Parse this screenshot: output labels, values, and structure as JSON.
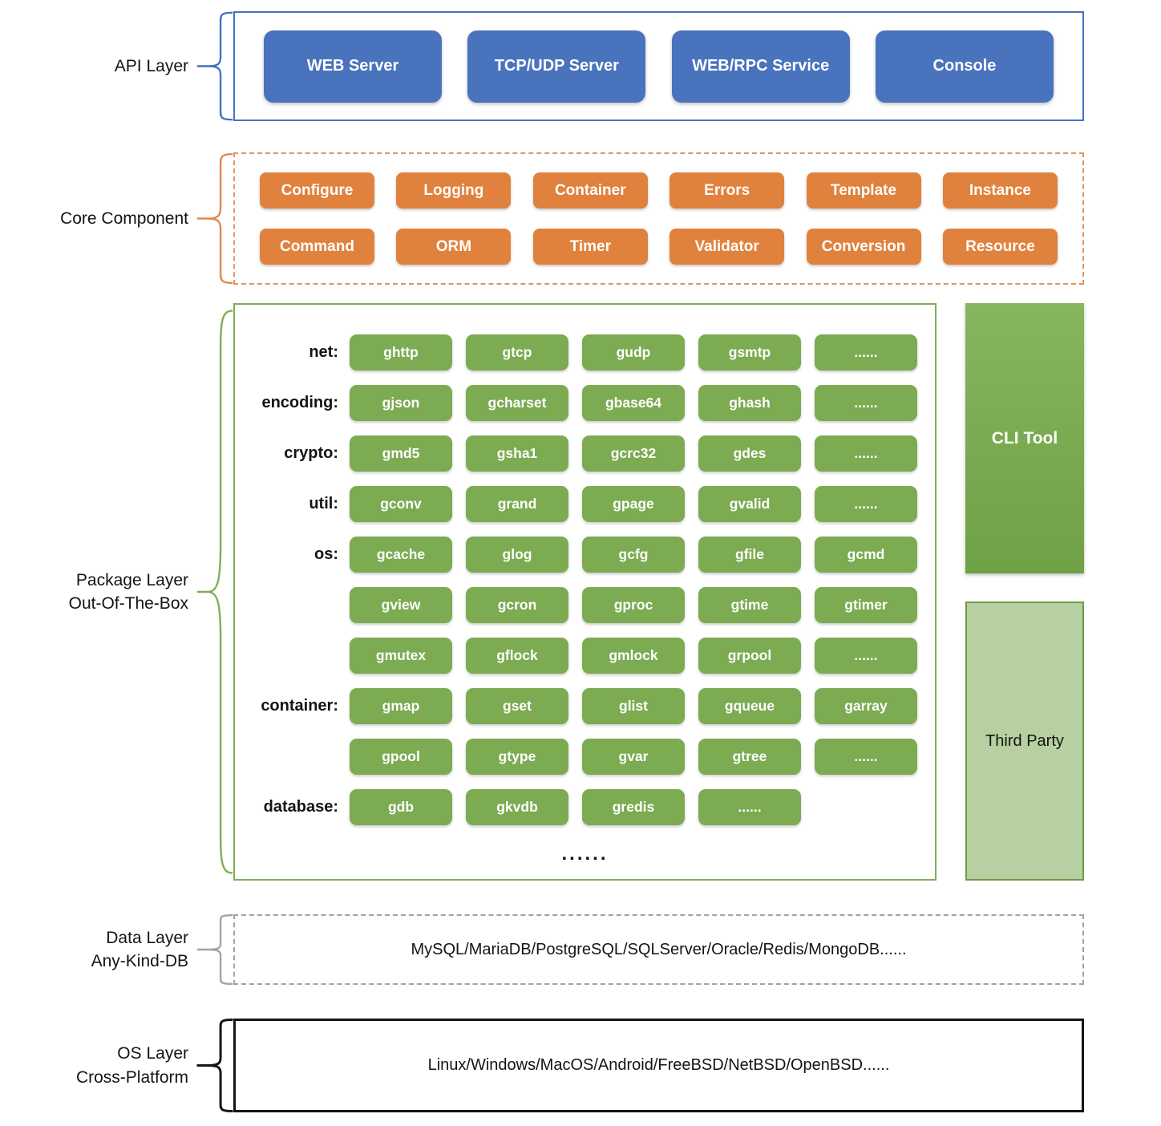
{
  "layers": {
    "api": {
      "label": "API Layer",
      "boxes": [
        "WEB Server",
        "TCP/UDP Server",
        "WEB/RPC Service",
        "Console"
      ]
    },
    "core": {
      "label": "Core Component",
      "rows": [
        [
          "Configure",
          "Logging",
          "Container",
          "Errors",
          "Template",
          "Instance"
        ],
        [
          "Command",
          "ORM",
          "Timer",
          "Validator",
          "Conversion",
          "Resource"
        ]
      ]
    },
    "package": {
      "label_line1": "Package Layer",
      "label_line2": "Out-Of-The-Box",
      "rows": [
        {
          "label": "net:",
          "pills": [
            "ghttp",
            "gtcp",
            "gudp",
            "gsmtp",
            "......"
          ]
        },
        {
          "label": "encoding:",
          "pills": [
            "gjson",
            "gcharset",
            "gbase64",
            "ghash",
            "......"
          ]
        },
        {
          "label": "crypto:",
          "pills": [
            "gmd5",
            "gsha1",
            "gcrc32",
            "gdes",
            "......"
          ]
        },
        {
          "label": "util:",
          "pills": [
            "gconv",
            "grand",
            "gpage",
            "gvalid",
            "......"
          ]
        },
        {
          "label": "os:",
          "pills": [
            "gcache",
            "glog",
            "gcfg",
            "gfile",
            "gcmd"
          ]
        },
        {
          "label": "",
          "pills": [
            "gview",
            "gcron",
            "gproc",
            "gtime",
            "gtimer"
          ]
        },
        {
          "label": "",
          "pills": [
            "gmutex",
            "gflock",
            "gmlock",
            "grpool",
            "......"
          ]
        },
        {
          "label": "container:",
          "pills": [
            "gmap",
            "gset",
            "glist",
            "gqueue",
            "garray"
          ]
        },
        {
          "label": "",
          "pills": [
            "gpool",
            "gtype",
            "gvar",
            "gtree",
            "......"
          ]
        },
        {
          "label": "database:",
          "pills": [
            "gdb",
            "gkvdb",
            "gredis",
            "......"
          ]
        }
      ],
      "more": "......",
      "cli_tool": "CLI Tool",
      "third_party": "Third Party"
    },
    "data": {
      "label_line1": "Data Layer",
      "label_line2": "Any-Kind-DB",
      "content": "MySQL/MariaDB/PostgreSQL/SQLServer/Oracle/Redis/MongoDB......"
    },
    "os": {
      "label_line1": "OS Layer",
      "label_line2": "Cross-Platform",
      "content": "Linux/Windows/MacOS/Android/FreeBSD/NetBSD/OpenBSD......"
    }
  },
  "colors": {
    "api_blue": "#4A73BE",
    "api_border": "#4472C4",
    "core_orange": "#E0823D",
    "core_border": "#E2945F",
    "package_green": "#7CAB52",
    "package_border": "#7FAE57",
    "cli_green": "#76A74D",
    "third_party_fill": "#B6D0A1",
    "third_party_border": "#6E9B47",
    "data_gray": "#A3A3A3",
    "os_black": "#151515"
  }
}
